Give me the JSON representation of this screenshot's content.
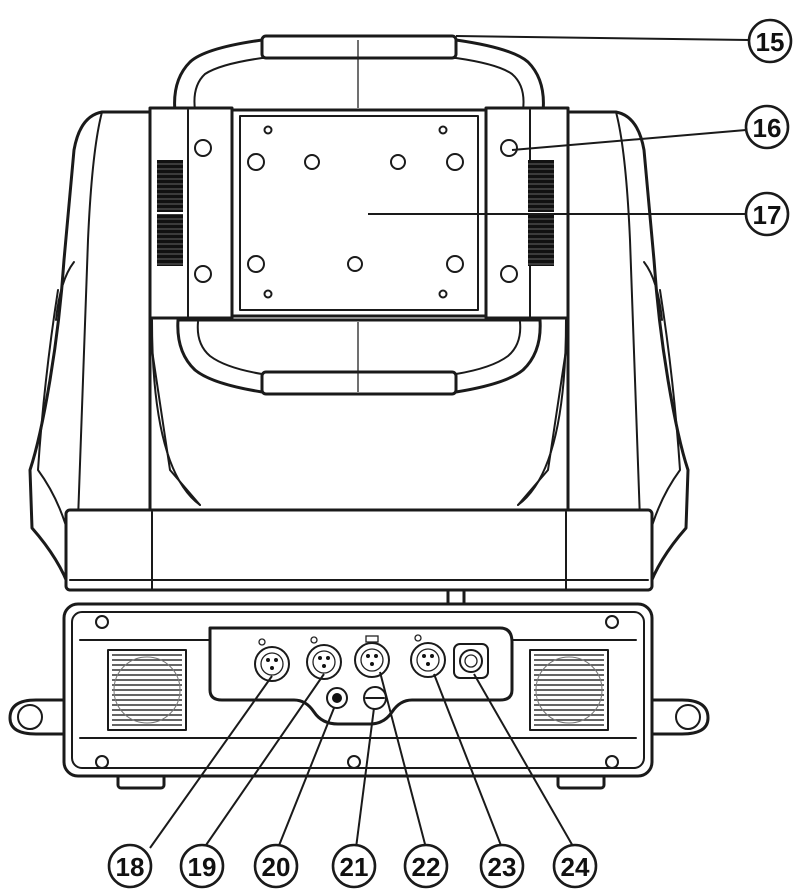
{
  "callouts": {
    "c15": "15",
    "c16": "16",
    "c17": "17",
    "c18": "18",
    "c19": "19",
    "c20": "20",
    "c21": "21",
    "c22": "22",
    "c23": "23",
    "c24": "24"
  }
}
